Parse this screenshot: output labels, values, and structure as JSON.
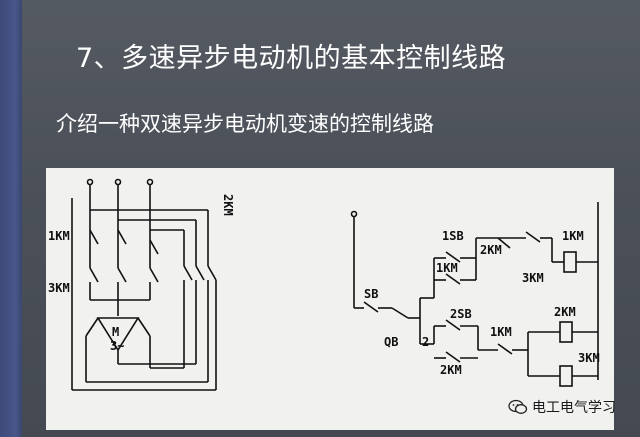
{
  "slide": {
    "title": "7、多速异步电动机的基本控制线路",
    "subtitle": "介绍一种双速异步电动机变速的控制线路"
  },
  "diagram": {
    "labels": {
      "km1_left": "1KM",
      "km3_left": "3KM",
      "km2_left": "2KM",
      "motor": "M",
      "motor_phase": "3~",
      "sb1": "1SB",
      "km2_top": "2KM",
      "km1_coil": "1KM",
      "km1_aux": "1KM",
      "km3_aux": "3KM",
      "sb": "SB",
      "sb2": "2SB",
      "km1_mid": "1KM",
      "km2_coil": "2KM",
      "qb": "QB",
      "km2_aux": "2KM",
      "km3_coil": "3KM",
      "qb_pos": "2"
    }
  },
  "watermark": {
    "text": "电工电气学习",
    "icon": "wechat-icon"
  }
}
